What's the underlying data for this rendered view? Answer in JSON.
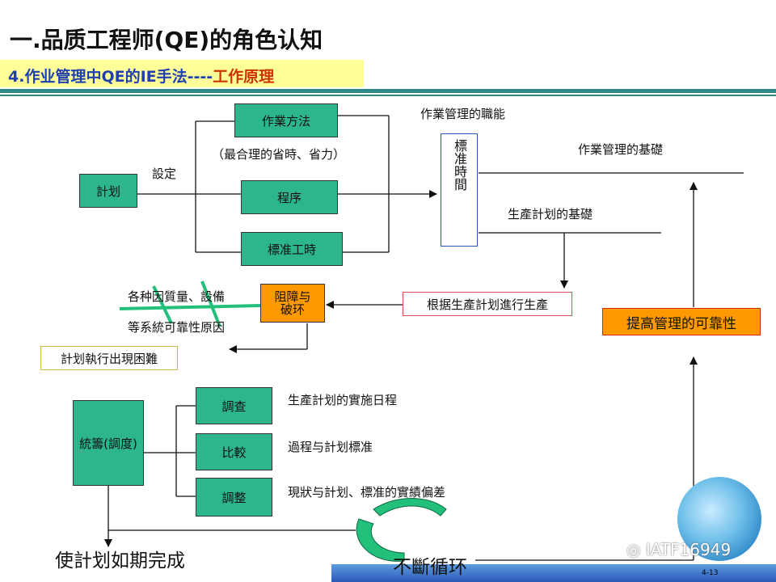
{
  "title": "一.品质工程师(QE)的角色认知",
  "subtitle": {
    "part1": "4.作业管理中QE的IE手法----",
    "part2": "工作原理"
  },
  "boxes": {
    "work_method": "作業方法",
    "plan": "計划",
    "procedure": "程序",
    "std_hours": "標准工時",
    "std_time": "標准時間",
    "obstacle": "阻障与破环",
    "produce_by_plan": "根据生產計划進行生產",
    "improve_reliability": "提高管理的可靠性",
    "difficulty": "計划執行出現困難",
    "coordinate": "統籌(調度)",
    "survey": "調查",
    "compare": "比較",
    "adjust": "調整"
  },
  "labels": {
    "most_rational": "（最合理的省時、省力）",
    "set": "設定",
    "function": "作業管理的職能",
    "basis_mgmt": "作業管理的基礎",
    "basis_plan": "生產計划的基礎",
    "cause1": "各种因質量、設備",
    "cause2": "等系統可靠性原因",
    "schedule": "生產計划的實施日程",
    "process_std": "過程与計划標准",
    "deviation": "現狀与計划、標准的實績偏差",
    "complete": "使計划如期完成",
    "cycle": "不斷循环"
  },
  "watermark": "IATF16949",
  "page_number": "4-13",
  "colors": {
    "box_green": "#2db58c",
    "orange": "#ff9900",
    "teal": "#2e8b8b",
    "title_blue": "#1f3fb0",
    "title_red": "#cc3300"
  }
}
